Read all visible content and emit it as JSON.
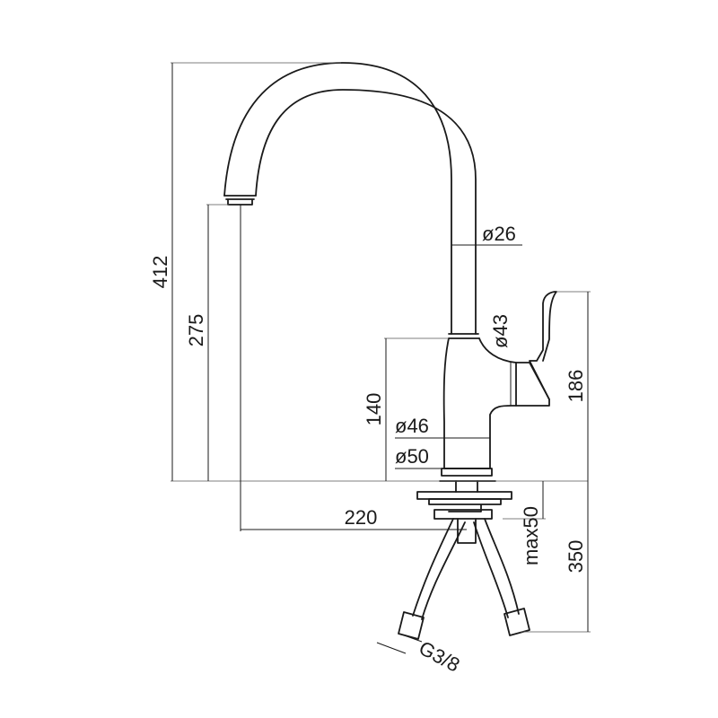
{
  "diagram": {
    "dimensions": {
      "total_height": "412",
      "spout_height": "275",
      "body_height": "140",
      "lever_height": "186",
      "reach": "220",
      "spout_diameter": "ø26",
      "body_diameter_upper": "ø43",
      "body_diameter_lower": "ø46",
      "base_diameter": "ø50",
      "max_deck_thickness": "max50",
      "hose_length": "350",
      "hose_thread": "G3/8"
    }
  }
}
